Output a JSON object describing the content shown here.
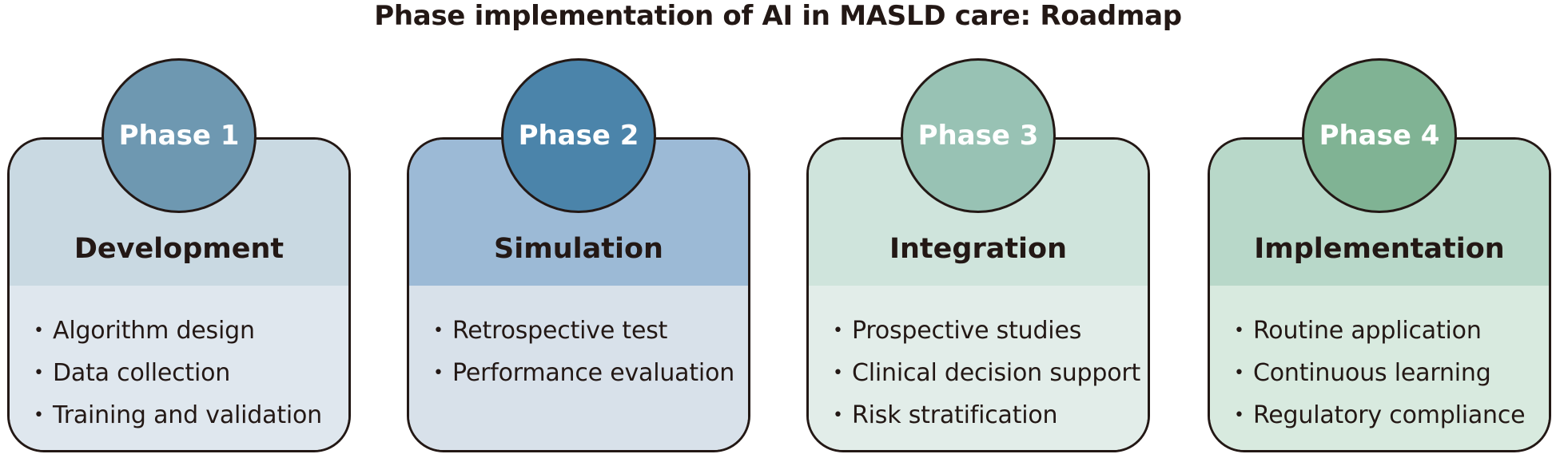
{
  "title": "Phase implementation of AI in MASLD care: Roadmap",
  "bullet_glyph": "•",
  "phases": [
    {
      "badge": "Phase 1",
      "heading": "Development",
      "items": [
        "Algorithm design",
        "Data collection",
        "Training and validation"
      ],
      "colors": {
        "circle": "#6E98B1",
        "header": "#C9D9E2",
        "body": "#DFE7EE"
      }
    },
    {
      "badge": "Phase 2",
      "heading": "Simulation",
      "items": [
        "Retrospective test",
        "Performance evaluation"
      ],
      "colors": {
        "circle": "#4B84AA",
        "header": "#9CBAD6",
        "body": "#D8E1EA"
      }
    },
    {
      "badge": "Phase 3",
      "heading": "Integration",
      "items": [
        "Prospective studies",
        "Clinical decision support",
        "Risk stratification"
      ],
      "colors": {
        "circle": "#98C2B4",
        "header": "#CFE4DC",
        "body": "#E2EDE9"
      }
    },
    {
      "badge": "Phase 4",
      "heading": "Implementation",
      "items": [
        "Routine application",
        "Continuous learning",
        "Regulatory compliance"
      ],
      "colors": {
        "circle": "#80B394",
        "header": "#B8D8C9",
        "body": "#D8EADF"
      }
    }
  ]
}
